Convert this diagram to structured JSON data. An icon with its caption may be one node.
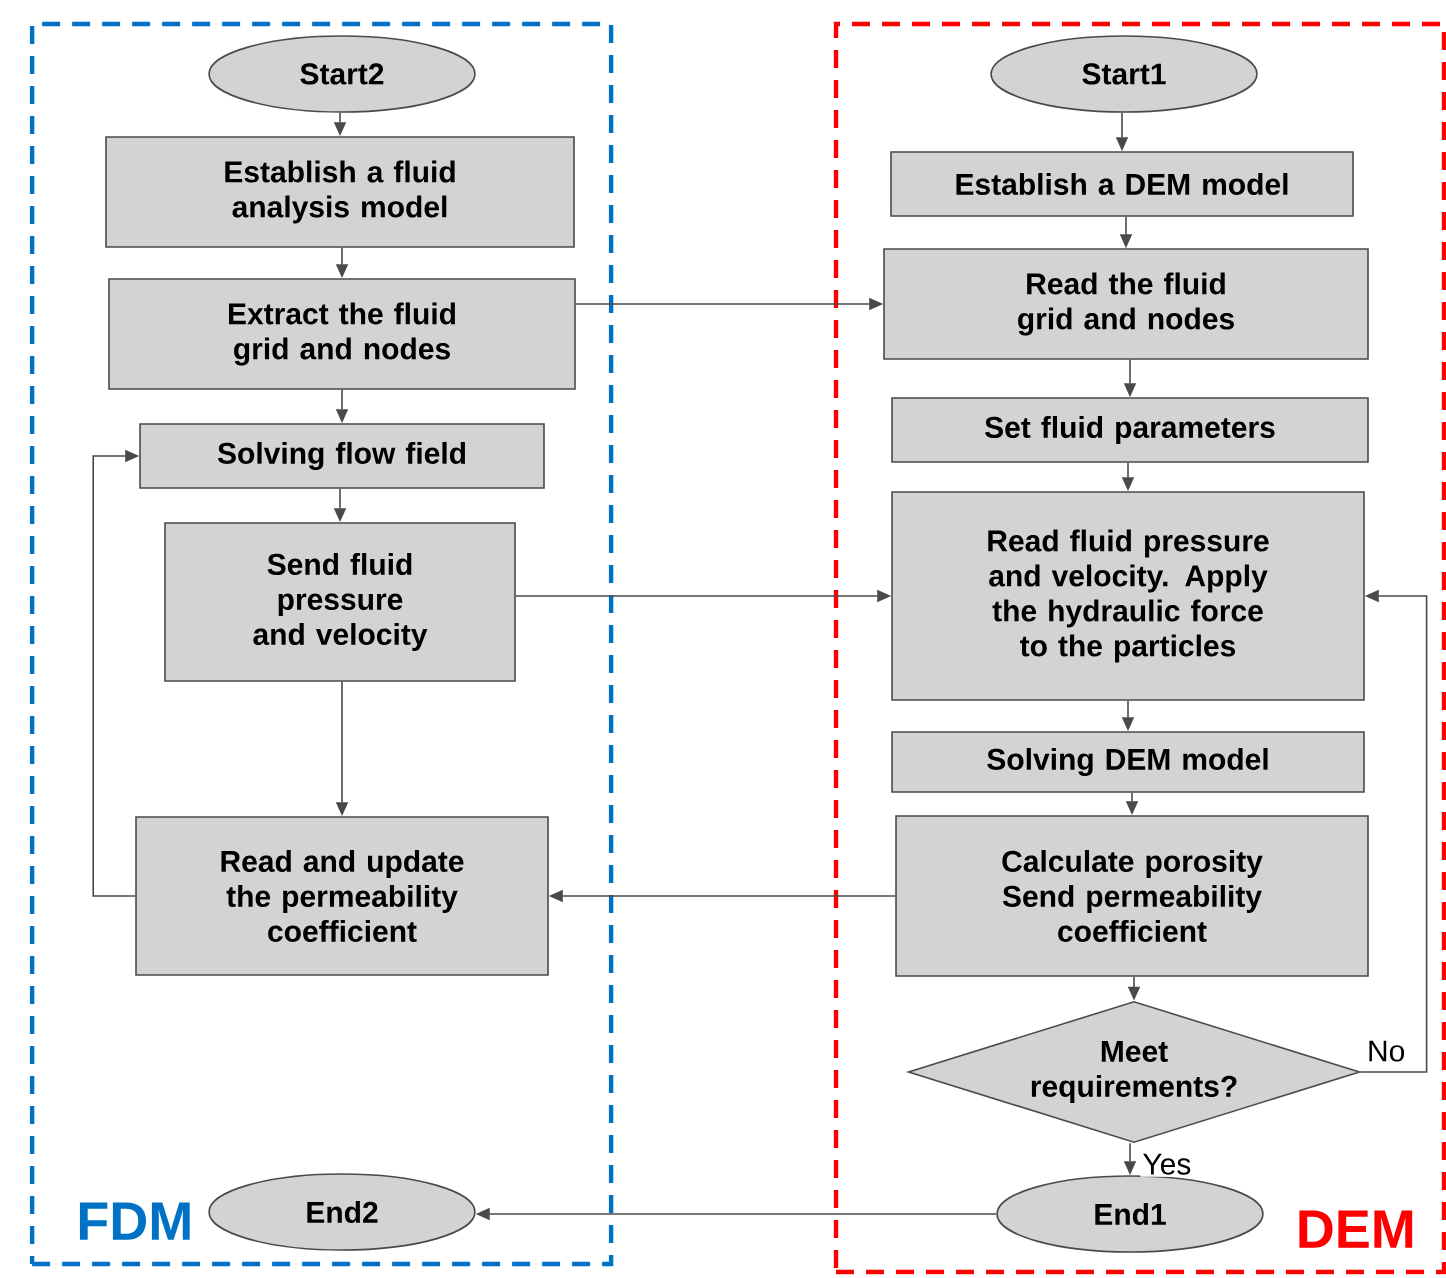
{
  "diagram": {
    "nodes": [
      {
        "text": [
          "FDM"
        ]
      },
      {
        "text": [
          "Start2"
        ],
        "in": 0
      },
      {
        "text": [
          "Establish a fluid analysis model"
        ],
        "in": 0
      },
      {
        "text": [
          "Extract the fluid grid and nodes"
        ],
        "in": 0
      },
      {
        "text": [
          "Solving flow field"
        ],
        "in": 0
      },
      {
        "text": [
          "Send fluid pressure and velocity"
        ],
        "in": 0
      },
      {
        "text": [
          "Read and update the permeability coefficient"
        ],
        "in": 0
      },
      {
        "text": [
          "End2"
        ],
        "in": 0
      },
      {
        "text": [
          "DEM"
        ]
      },
      {
        "text": [
          "Start1"
        ],
        "in": 8
      },
      {
        "text": [
          "Establish a DEM model"
        ],
        "in": 8
      },
      {
        "text": [
          "Read the fluid grid and nodes"
        ],
        "in": 8
      },
      {
        "text": [
          "Set fluid parameters"
        ],
        "in": 8
      },
      {
        "text": [
          "Read fluid pressure and velocity. Apply the hydraulic force to the particles"
        ],
        "in": 8
      },
      {
        "text": [
          "Solving DEM model"
        ],
        "in": 8
      },
      {
        "text": [
          "Calculate porosity Send permeability coefficient"
        ],
        "in": 8
      },
      {
        "text": [
          "Meet requirements?"
        ],
        "in": 8
      },
      {
        "text": [
          "End1"
        ],
        "in": 8
      }
    ],
    "edges": [
      {
        "from": 1,
        "to": 2,
        "arrow": "to"
      },
      {
        "from": 2,
        "to": 3,
        "arrow": "to"
      },
      {
        "from": 3,
        "to": 4,
        "arrow": "to"
      },
      {
        "from": 4,
        "to": 5,
        "arrow": "to"
      },
      {
        "from": 5,
        "to": 6,
        "arrow": "to"
      },
      {
        "from": 6,
        "to": 4,
        "arrow": "to"
      },
      {
        "from": 3,
        "to": 11,
        "arrow": "to"
      },
      {
        "from": 5,
        "to": 13,
        "arrow": "to"
      },
      {
        "from": 15,
        "to": 6,
        "arrow": "to"
      },
      {
        "from": 9,
        "to": 10,
        "arrow": "to"
      },
      {
        "from": 10,
        "to": 11,
        "arrow": "to"
      },
      {
        "from": 11,
        "to": 12,
        "arrow": "to"
      },
      {
        "from": 12,
        "to": 13,
        "arrow": "to"
      },
      {
        "from": 13,
        "to": 14,
        "arrow": "to"
      },
      {
        "from": 14,
        "to": 15,
        "arrow": "to"
      },
      {
        "from": 15,
        "to": 16,
        "arrow": "to"
      },
      {
        "from": 16,
        "to": 13,
        "arrow": "to",
        "label": "No"
      },
      {
        "from": 16,
        "to": 17,
        "arrow": "to",
        "label": "Yes"
      },
      {
        "from": 17,
        "to": 7,
        "arrow": "to"
      }
    ]
  }
}
